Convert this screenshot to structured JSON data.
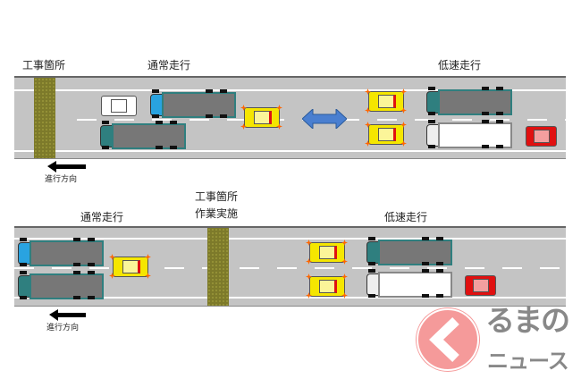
{
  "top": {
    "work_label": "工事箇所",
    "normal_label": "通常走行",
    "slow_label": "低速走行",
    "direction_label": "進行方向"
  },
  "bottom": {
    "work_label_1": "工事箇所",
    "work_label_2": "作業実施",
    "normal_label": "通常走行",
    "slow_label": "低速走行",
    "direction_label": "進行方向"
  },
  "logo": {
    "text_1": "るまの",
    "text_2": "ニュース"
  },
  "colors": {
    "road": "#c4c4c4",
    "work_zone": "#7d7a2a",
    "truck_cab_teal": "#2f7f7f",
    "truck_cab_blue": "#29a3e0",
    "pilot_car": "#f5e600",
    "red_car": "#e01010",
    "logo_red": "#f59a9a",
    "logo_gray": "#888888"
  }
}
